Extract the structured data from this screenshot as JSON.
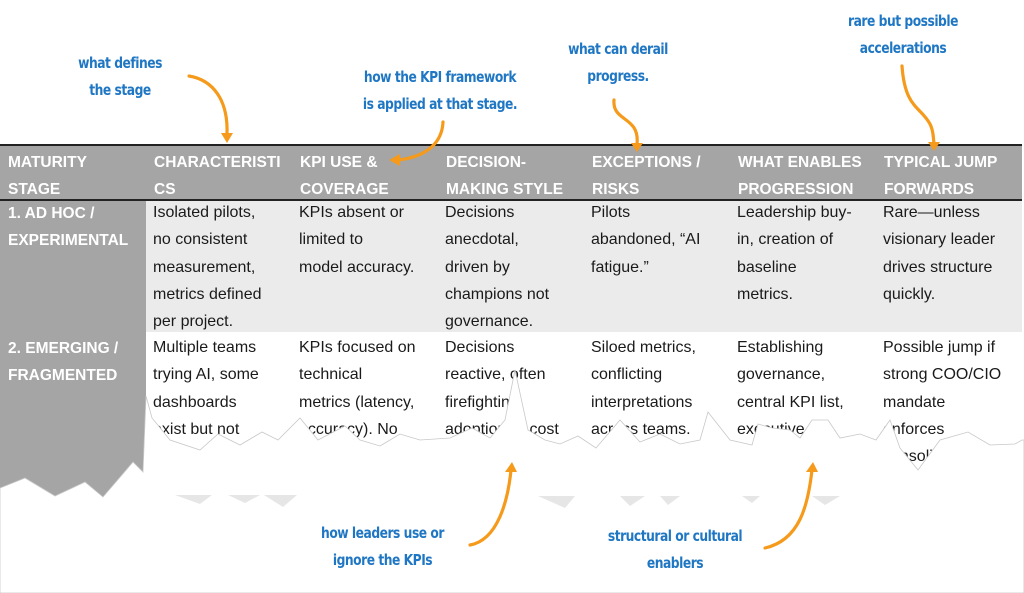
{
  "annotations": {
    "characteristics": "what defines\nthe stage",
    "kpi_use": "how the KPI framework\nis applied at that stage.",
    "exceptions": "what can derail\nprogress.",
    "typical_jump": "rare but possible\naccelerations",
    "decision_making": "how leaders use or\nignore the KPIs",
    "enablers": "structural or cultural\nenablers"
  },
  "table": {
    "headers": [
      "MATURITY\nSTAGE",
      "CHARACTERISTI\nCS",
      "KPI USE &\nCOVERAGE",
      "DECISION-\nMAKING STYLE",
      "EXCEPTIONS /\nRISKS",
      "WHAT ENABLES\nPROGRESSION",
      "TYPICAL JUMP\nFORWARDS"
    ],
    "rows": [
      {
        "stage": "1. AD HOC /\nEXPERIMENTAL",
        "cells": [
          "Isolated pilots,\nno consistent\nmeasurement,\nmetrics defined\nper project.",
          "KPIs absent or\nlimited to\nmodel accuracy.",
          "Decisions\nanecdotal,\ndriven by\nchampions not\ngovernance.",
          "Pilots\nabandoned, “AI\nfatigue.”",
          "Leadership buy-\nin, creation of\nbaseline\nmetrics.",
          "Rare—unless\nvisionary leader\ndrives structure\nquickly."
        ]
      },
      {
        "stage": "2. EMERGING /\nFRAGMENTED",
        "cells": [
          "Multiple teams\ntrying AI, some\ndashboards\nexist but not\naligned.",
          "KPIs focused on\ntechnical\nmetrics (latency,\naccuracy). No\nbusiness\nlinkag",
          "Decisions\nreactive, often\nfirefighting\nadoption or cost\nissues.",
          "Siloed metrics,\nconflicting\ninterpretations\nacross teams.",
          "Establishing\ngovernance,\ncentral KPI list,\nexecutive\nsponsorship.",
          "Possible jump if\nstrong COO/CIO\nmandate\nenforces\nconsolidation."
        ]
      }
    ]
  },
  "colors": {
    "header_bg": "#a5a5a5",
    "row1_bg": "#ebebeb",
    "annotation_text": "#1f77c4",
    "arrow": "#f59a1b"
  }
}
